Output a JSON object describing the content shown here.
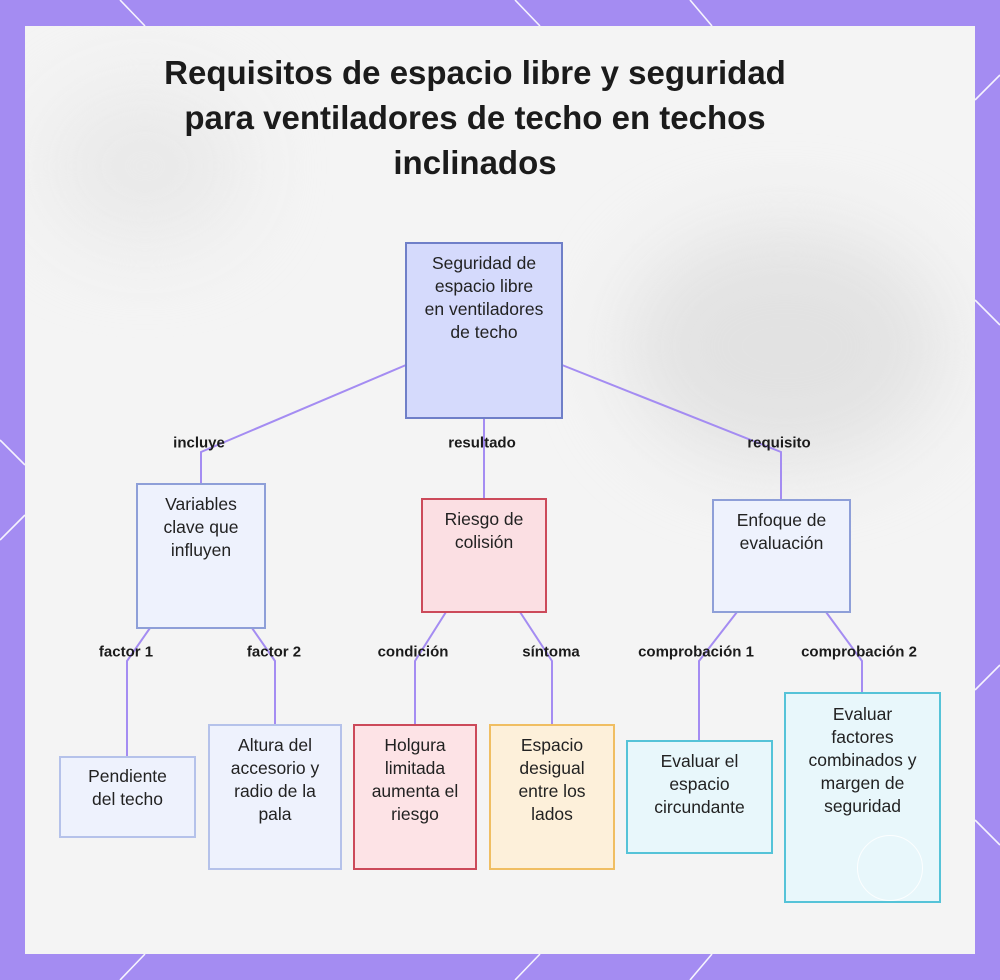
{
  "title": "Requisitos de espacio libre y seguridad para ventiladores de techo en techos inclinados",
  "colors": {
    "frame": "#a48cf2",
    "connector": "#a48cf2",
    "root_fill": "#d5dafc",
    "root_border": "#6f7fc8",
    "blue_fill": "#eef2fd",
    "blue_border": "#8e9fd8",
    "red_fill": "#fbdfe3",
    "red_border": "#cc4a5a",
    "orange_fill": "#fdf0da",
    "orange_border": "#f0be62",
    "cyan_fill": "#e8f7fb",
    "cyan_border": "#55c3d8"
  },
  "nodes": {
    "root": "Seguridad de espacio libre en ventiladores de techo",
    "variables": "Variables clave que influyen",
    "riesgo": "Riesgo de colisión",
    "enfoque": "Enfoque de evaluación",
    "pendiente": "Pendiente del techo",
    "altura": "Altura del accesorio y radio de la pala",
    "holgura": "Holgura limitada aumenta el riesgo",
    "espacio": "Espacio desigual entre los lados",
    "evaluar_espacio": "Evaluar el espacio circundante",
    "evaluar_factores": "Evaluar factores combinados y margen de seguridad"
  },
  "edges": {
    "incluye": "incluye",
    "resultado": "resultado",
    "requisito": "requisito",
    "factor1": "factor 1",
    "factor2": "factor 2",
    "condicion": "condición",
    "sintoma": "síntoma",
    "comprobacion1": "comprobación 1",
    "comprobacion2": "comprobación 2"
  }
}
